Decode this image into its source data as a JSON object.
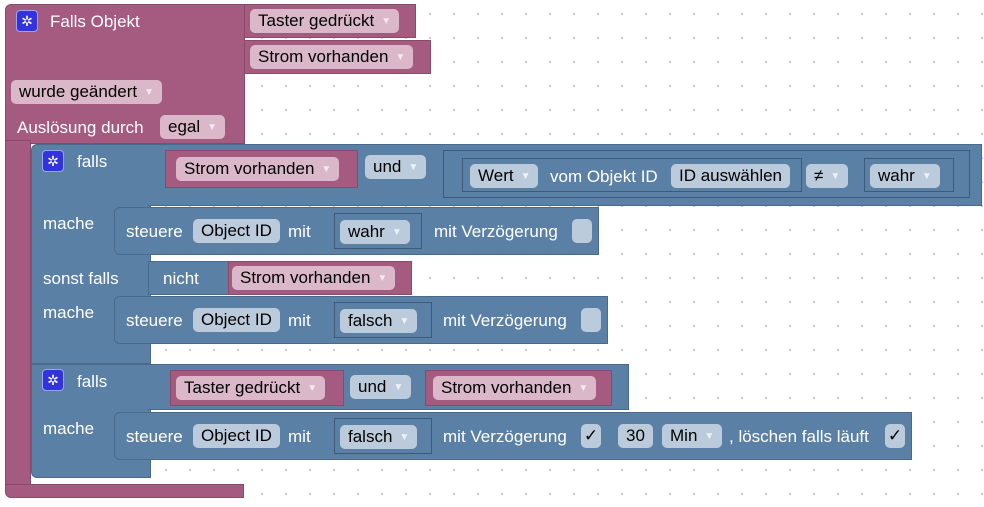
{
  "trigger_block": {
    "title": "Falls Objekt",
    "objects": [
      "Taster gedrückt",
      "Strom vorhanden"
    ],
    "condition": "wurde geändert",
    "trigger_label": "Auslösung durch",
    "trigger_value": "egal"
  },
  "if_block_1": {
    "falls_label": "falls",
    "mache_label": "mache",
    "sonst_falls_label": "sonst falls",
    "condition": {
      "left": "Strom vorhanden",
      "operator": "und",
      "compare": {
        "property": "Wert",
        "from_label": "vom Objekt ID",
        "id_button": "ID auswählen",
        "comparator": "≠",
        "value": "wahr"
      }
    },
    "do_1": {
      "control_label": "steuere",
      "object_id": "Object ID",
      "with_label": "mit",
      "value": "wahr",
      "delay_label": "mit Verzögerung",
      "delay_checked": false
    },
    "else_if_condition": {
      "not_label": "nicht",
      "object": "Strom vorhanden"
    },
    "do_2": {
      "control_label": "steuere",
      "object_id": "Object ID",
      "with_label": "mit",
      "value": "falsch",
      "delay_label": "mit Verzögerung",
      "delay_checked": false
    }
  },
  "if_block_2": {
    "falls_label": "falls",
    "mache_label": "mache",
    "condition": {
      "left": "Taster gedrückt",
      "operator": "und",
      "right": "Strom vorhanden"
    },
    "do": {
      "control_label": "steuere",
      "object_id": "Object ID",
      "with_label": "mit",
      "value": "falsch",
      "delay_label": "mit Verzögerung",
      "delay_checked": true,
      "delay_amount": "30",
      "delay_unit": "Min",
      "clear_label": ", löschen falls läuft",
      "clear_checked": true,
      "check_glyph": "✓"
    }
  },
  "icons": {
    "dropdown_arrow": "▼",
    "gear": "✲"
  },
  "colors": {
    "event_block": "#a55b80",
    "logic_block": "#5b80a5",
    "gear_icon": "#3333dd"
  }
}
